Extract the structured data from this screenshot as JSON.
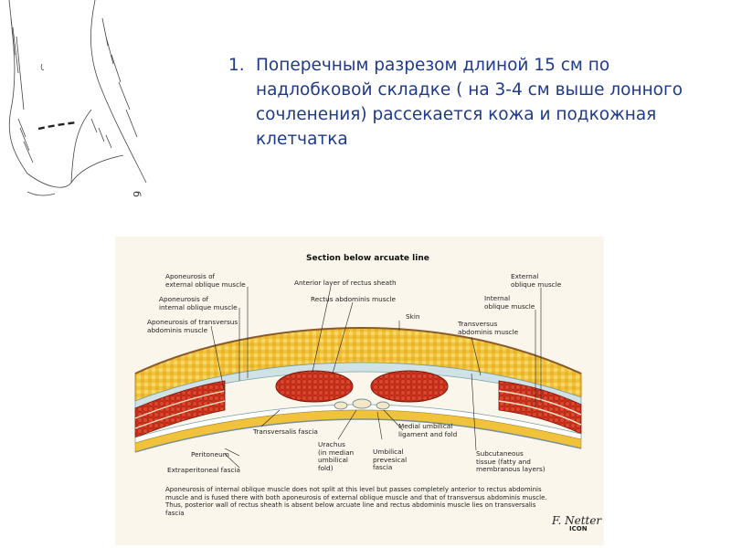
{
  "slide": {
    "number": "1.",
    "line1": "Поперечным разрезом длиной 15 см по",
    "rest": "надлобковой складке ( на 3-4 см выше лонного сочленения) рассекается кожа и подкожная клетчатка"
  },
  "sketch": {
    "side_label": "б"
  },
  "plate": {
    "title": "Section below arcuate line",
    "labels": {
      "apo_ext": "Aponeurosis of\nexternal oblique muscle",
      "apo_int": "Aponeurosis of\ninternal oblique muscle",
      "apo_trans": "Aponeurosis of transversus\nabdominis muscle",
      "ant_layer": "Anterior layer of rectus sheath",
      "rectus": "Rectus abdominis muscle",
      "skin": "Skin",
      "ext_oblique": "External\noblique muscle",
      "int_oblique": "Internal\noblique muscle",
      "transversus": "Transversus\nabdominis muscle",
      "transversalis": "Transversalis fascia",
      "peritoneum": "Peritoneum",
      "extraperitoneal": "Extraperitoneal fascia",
      "urachus": "Urachus\n(in median\numbilical\nfold)",
      "umb_prevesical": "Umbilical\nprevesical\nfascia",
      "medial_umb": "Medial umbilical\nligament and fold",
      "subcutaneous": "Subcutaneous\ntissue (fatty and\nmembranous layers)"
    },
    "caption": "Aponeurosis of internal oblique muscle does not split at this level but passes completely anterior to rectus abdominis muscle and is fused there with both aponeurosis of external oblique muscle and that of transversus abdominis muscle. Thus, posterior wall of rectus sheath is absent below arcuate line and rectus abdominis muscle lies on transversalis fascia",
    "signature": "F. Netter",
    "brand": "ICON"
  },
  "colors": {
    "text": "#1f3a8a",
    "fat": "#f1c23b",
    "muscle": "#c8301c",
    "fascia": "#cfe3e6",
    "background": "#fbf6ec"
  }
}
